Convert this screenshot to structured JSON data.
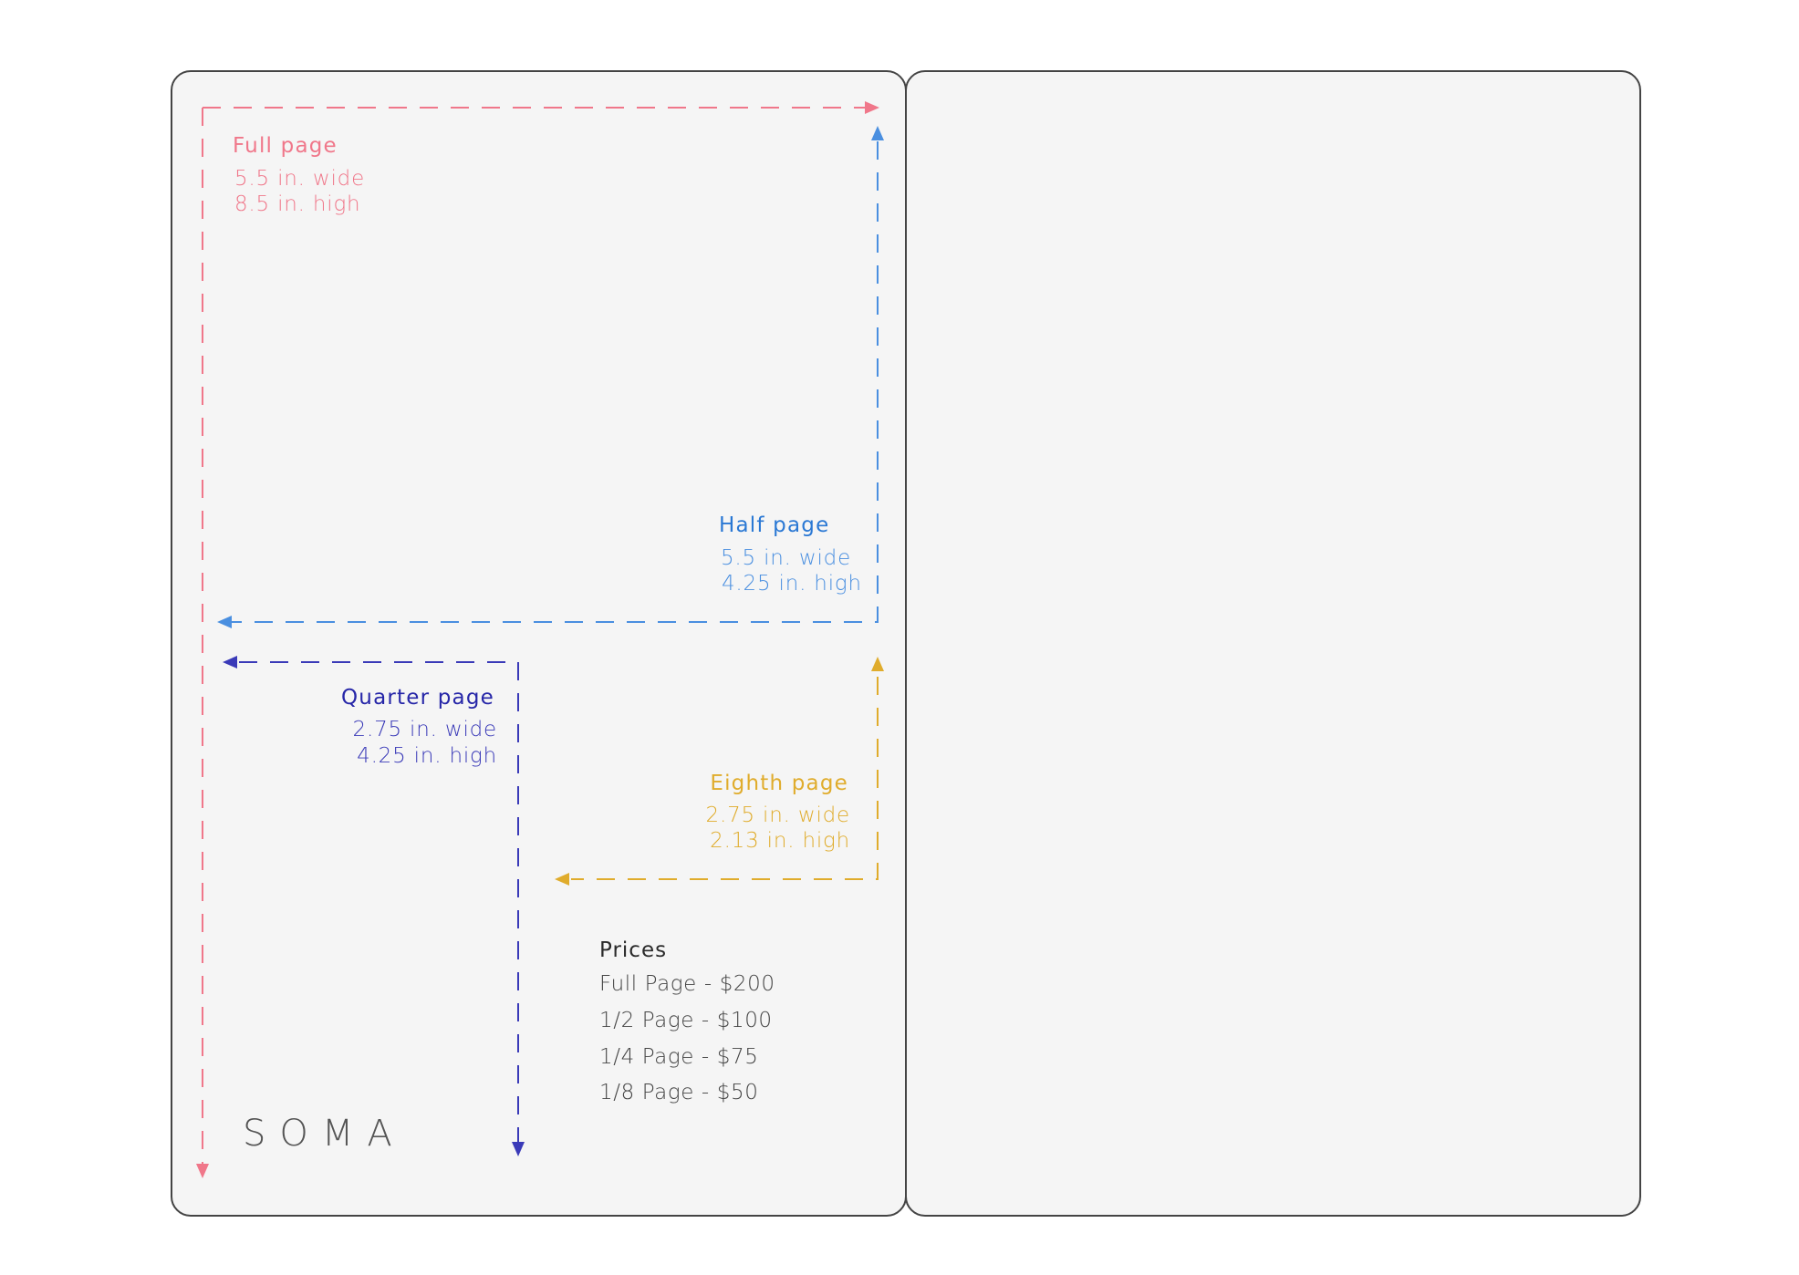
{
  "sizes": {
    "full": {
      "title": "Full page",
      "width": "5.5 in. wide",
      "height": "8.5 in. high",
      "color": "#f0778a"
    },
    "half": {
      "title": "Half page",
      "width": "5.5 in. wide",
      "height": "4.25 in. high",
      "color": "#4a8fe0"
    },
    "quarter": {
      "title": "Quarter page",
      "width": "2.75 in. wide",
      "height": "4.25 in. high",
      "color": "#3a3ab8"
    },
    "eighth": {
      "title": "Eighth page",
      "width": "2.75 in. wide",
      "height": "2.13 in. high",
      "color": "#e0ac2c"
    }
  },
  "prices": {
    "title": "Prices",
    "items": [
      "Full Page - $200",
      "1/2 Page - $100",
      "1/4 Page - $75",
      "1/8 Page - $50"
    ]
  },
  "logo": "SOMA"
}
